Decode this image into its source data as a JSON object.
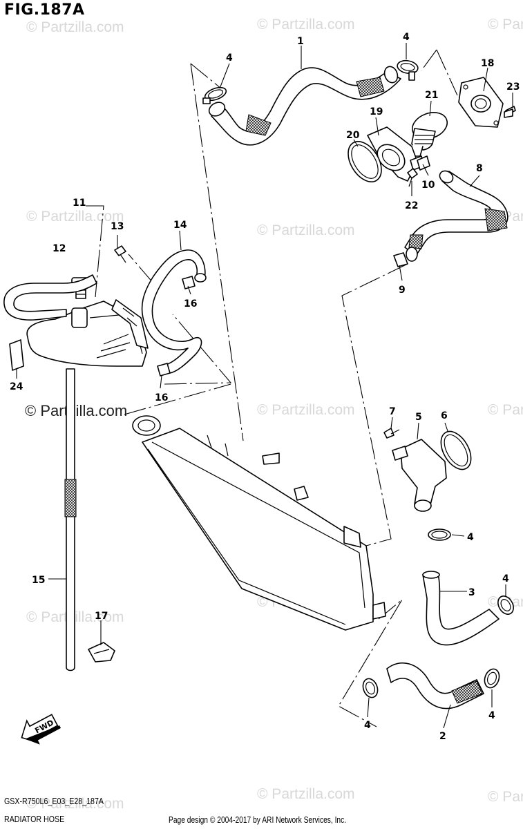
{
  "figure_title": "FIG.187A",
  "model_code": "GSX-R750L6_E03_E28_187A",
  "section_name": "RADIATOR HOSE",
  "page_copyright": "Page design © 2004-2017 by ARI Network Services, Inc.",
  "watermark": "© Partzilla.com",
  "fwd_label": "FWD",
  "callouts": {
    "p1": "1",
    "p2": "2",
    "p3": "3",
    "p4a": "4",
    "p4b": "4",
    "p4c": "4",
    "p4d": "4",
    "p4e": "4",
    "p4f": "4",
    "p5": "5",
    "p6": "6",
    "p7": "7",
    "p8": "8",
    "p9": "9",
    "p10": "10",
    "p11": "11",
    "p12": "12",
    "p13": "13",
    "p14": "14",
    "p15": "15",
    "p16a": "16",
    "p16b": "16",
    "p17": "17",
    "p18": "18",
    "p19": "19",
    "p20": "20",
    "p21": "21",
    "p22": "22",
    "p23": "23",
    "p24": "24"
  },
  "icons": {
    "fwd_arrow": "fwd-arrow-icon"
  }
}
